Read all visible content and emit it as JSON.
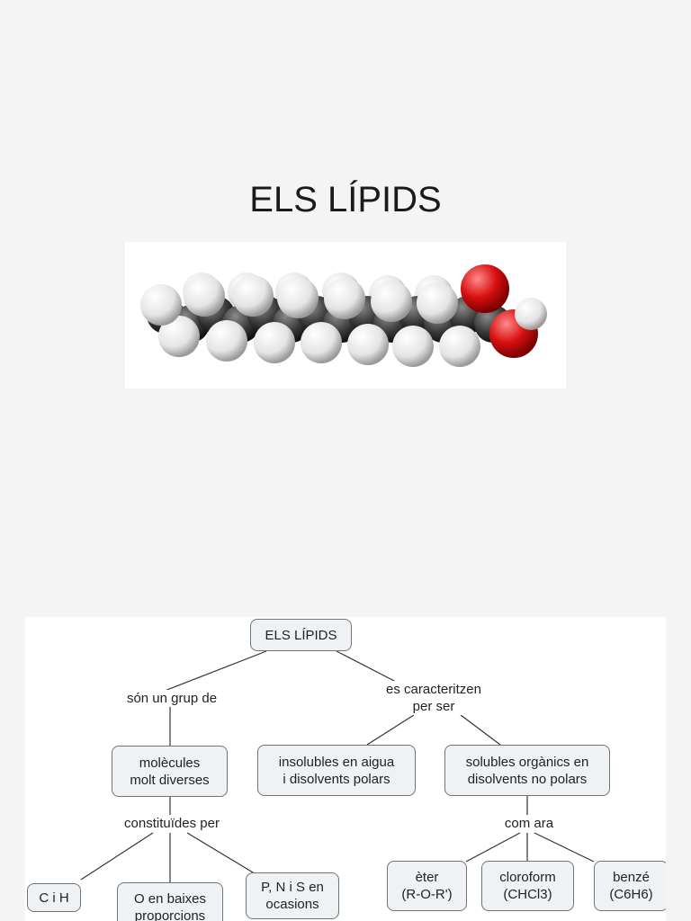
{
  "slide": {
    "title": "ELS LÍPIDS"
  },
  "molecule": {
    "image": "space-filling-model-fatty-acid",
    "colors": {
      "hydrogen": "#f2f2f2",
      "carbon": "#3a3a3a",
      "oxygen": "#d81010"
    }
  },
  "concept_map": {
    "root": "ELS LÍPIDS",
    "links": {
      "son_un_grup_de": "són un grup de",
      "es_caracteritzen": "es caracteritzen\nper ser",
      "constituides_per": "constituïdes per",
      "com_ara": "com ara"
    },
    "nodes": {
      "molecules": "molècules\nmolt diverses",
      "insolubles": "insolubles en aigua\ni disolvents polars",
      "solubles": "solubles orgànics en\ndisolvents no polars",
      "cih": "C i H",
      "o_baixes": "O en baixes\nproporcions",
      "pns": "P, N i S en\nocasions",
      "eter": "èter\n(R-O-R')",
      "cloroform": "cloroform\n(CHCl3)",
      "benze": "benzé\n(C6H6)"
    }
  }
}
